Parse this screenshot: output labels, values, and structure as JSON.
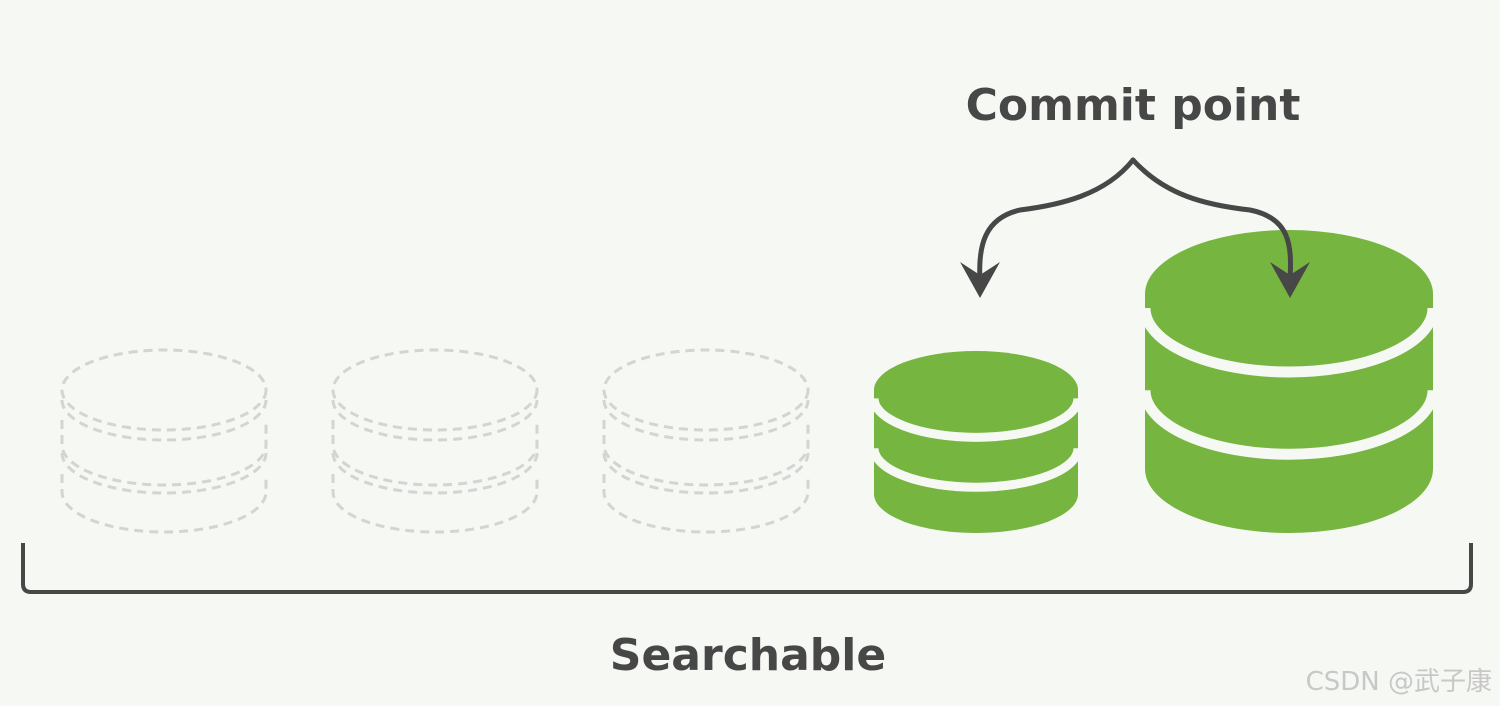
{
  "labels": {
    "commit_point": "Commit point",
    "searchable": "Searchable"
  },
  "watermark": "CSDN @武子康",
  "segments": [
    {
      "state": "uncommitted"
    },
    {
      "state": "uncommitted"
    },
    {
      "state": "uncommitted"
    },
    {
      "state": "committed"
    },
    {
      "state": "committed"
    }
  ],
  "colors": {
    "background": "#f6f8f4",
    "committed": "#76b53f",
    "uncommitted_outline": "#d4d4d4",
    "text": "#474747"
  }
}
